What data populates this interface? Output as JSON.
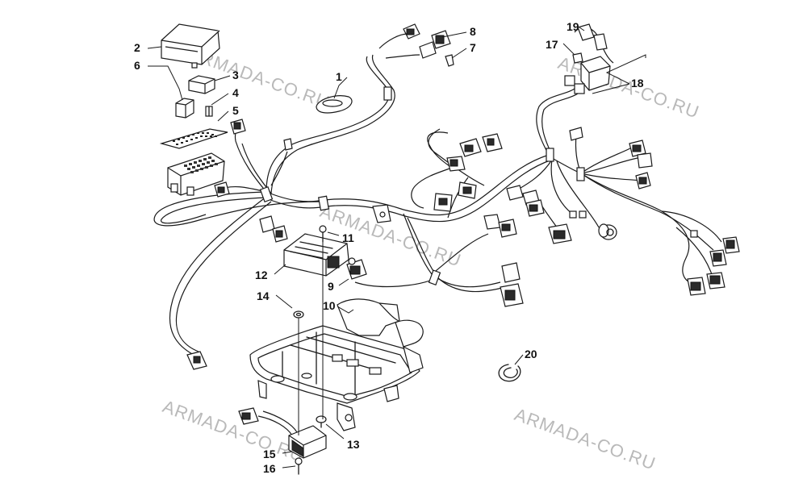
{
  "watermark_text": "ARMADA-CO.RU",
  "callouts": [
    {
      "id": "1",
      "label": "1"
    },
    {
      "id": "2",
      "label": "2"
    },
    {
      "id": "3",
      "label": "3"
    },
    {
      "id": "4",
      "label": "4"
    },
    {
      "id": "5",
      "label": "5"
    },
    {
      "id": "6",
      "label": "6"
    },
    {
      "id": "7",
      "label": "7"
    },
    {
      "id": "8",
      "label": "8"
    },
    {
      "id": "9",
      "label": "9"
    },
    {
      "id": "10",
      "label": "10"
    },
    {
      "id": "11",
      "label": "11"
    },
    {
      "id": "12",
      "label": "12"
    },
    {
      "id": "13",
      "label": "13"
    },
    {
      "id": "14",
      "label": "14"
    },
    {
      "id": "15",
      "label": "15"
    },
    {
      "id": "16",
      "label": "16"
    },
    {
      "id": "17",
      "label": "17"
    },
    {
      "id": "18",
      "label": "18"
    },
    {
      "id": "19",
      "label": "19"
    },
    {
      "id": "20",
      "label": "20"
    }
  ]
}
